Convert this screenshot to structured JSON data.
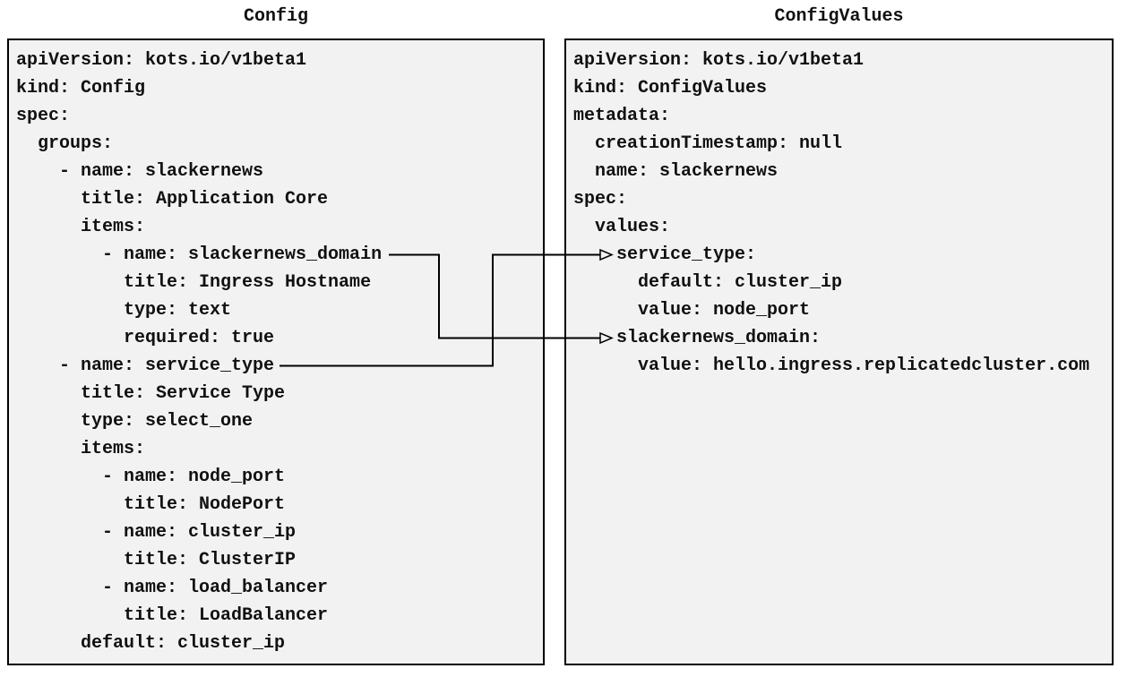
{
  "colors": {
    "canvas_bg": "#ffffff",
    "panel_bg": "#f2f2f2",
    "panel_border": "#000000",
    "text": "#111111",
    "arrow": "#000000"
  },
  "panels": {
    "config": {
      "title": "Config",
      "lines": [
        "apiVersion: kots.io/v1beta1",
        "kind: Config",
        "spec:",
        "  groups:",
        "    - name: slackernews",
        "      title: Application Core",
        "      items:",
        "        - name: slackernews_domain",
        "          title: Ingress Hostname",
        "          type: text",
        "          required: true",
        "    - name: service_type",
        "      title: Service Type",
        "      type: select_one",
        "      items:",
        "        - name: node_port",
        "          title: NodePort",
        "        - name: cluster_ip",
        "          title: ClusterIP",
        "        - name: load_balancer",
        "          title: LoadBalancer",
        "      default: cluster_ip"
      ]
    },
    "config_values": {
      "title": "ConfigValues",
      "lines": [
        "apiVersion: kots.io/v1beta1",
        "kind: ConfigValues",
        "metadata:",
        "  creationTimestamp: null",
        "  name: slackernews",
        "spec:",
        "  values:",
        "    service_type:",
        "      default: cluster_ip",
        "      value: node_port",
        "    slackernews_domain:",
        "      value: hello.ingress.replicatedcluster.com"
      ]
    }
  },
  "arrows": [
    {
      "from": "name: slackernews_domain",
      "to": "slackernews_domain:"
    },
    {
      "from": "name: service_type",
      "to": "service_type:"
    }
  ]
}
